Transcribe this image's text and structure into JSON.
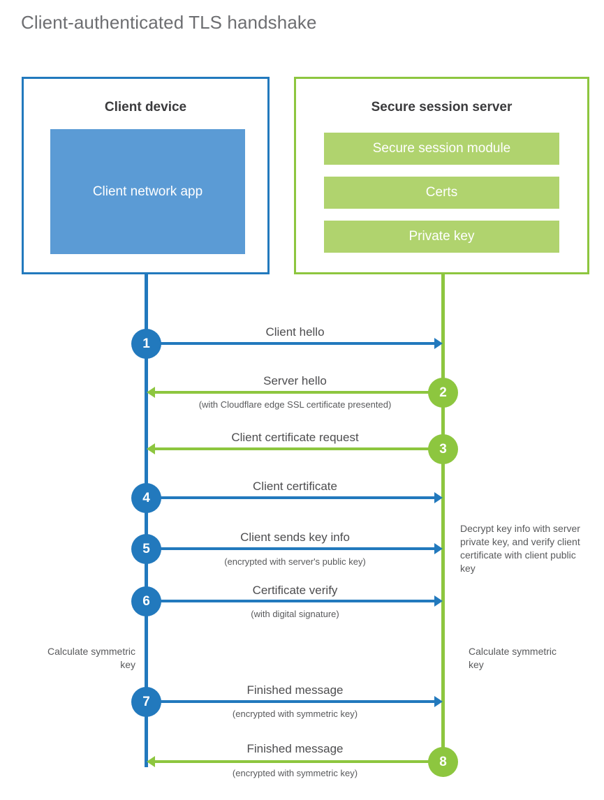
{
  "title": "Client-authenticated TLS handshake",
  "colors": {
    "blue_dark": "#2279bd",
    "blue_fill": "#5b9bd5",
    "green_dark": "#8dc63f",
    "green_fill": "#b0d36e",
    "text": "#58595b",
    "title_text": "#6d6e71",
    "background": "#ffffff"
  },
  "client": {
    "title": "Client device",
    "app_label": "Client network app"
  },
  "server": {
    "title": "Secure session server",
    "modules": [
      {
        "label": "Secure session module"
      },
      {
        "label": "Certs"
      },
      {
        "label": "Private key"
      }
    ]
  },
  "steps": [
    {
      "number": "1",
      "label": "Client hello",
      "sub": "",
      "direction": "client-to-server",
      "color": "blue"
    },
    {
      "number": "2",
      "label": "Server hello",
      "sub": "(with Cloudflare edge SSL certificate presented)",
      "direction": "server-to-client",
      "color": "green"
    },
    {
      "number": "3",
      "label": "Client certificate request",
      "sub": "",
      "direction": "server-to-client",
      "color": "green"
    },
    {
      "number": "4",
      "label": "Client certificate",
      "sub": "",
      "direction": "client-to-server",
      "color": "blue"
    },
    {
      "number": "5",
      "label": "Client sends key info",
      "sub": "(encrypted with server's public key)",
      "direction": "client-to-server",
      "color": "blue"
    },
    {
      "number": "6",
      "label": "Certificate verify",
      "sub": "(with digital signature)",
      "direction": "client-to-server",
      "color": "blue"
    },
    {
      "number": "7",
      "label": "Finished message",
      "sub": "(encrypted with symmetric key)",
      "direction": "client-to-server",
      "color": "blue"
    },
    {
      "number": "8",
      "label": "Finished message",
      "sub": "(encrypted with symmetric key)",
      "direction": "server-to-client",
      "color": "green"
    }
  ],
  "annotations": {
    "server_decrypt": "Decrypt key info with server private key, and verify client certificate with client public key",
    "client_calc": "Calculate symmetric key",
    "server_calc": "Calculate symmetric key"
  }
}
